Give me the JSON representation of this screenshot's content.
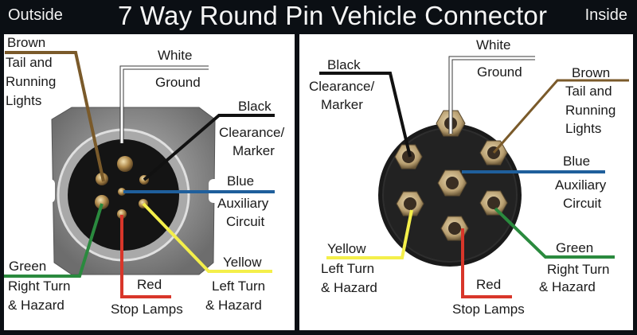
{
  "header": {
    "left_label": "Outside",
    "title": "7 Way Round Pin Vehicle Connector",
    "right_label": "Inside"
  },
  "outside": {
    "brown": {
      "color_name": "Brown",
      "function_line1": "Tail and",
      "function_line2": "Running",
      "function_line3": "Lights",
      "hex": "#7a5a2a"
    },
    "white": {
      "color_name": "White",
      "function_line1": "Ground",
      "hex": "#ffffff"
    },
    "black": {
      "color_name": "Black",
      "function_line1": "Clearance/",
      "function_line2": "Marker",
      "hex": "#111111"
    },
    "blue": {
      "color_name": "Blue",
      "function_line1": "Auxiliary",
      "function_line2": "Circuit",
      "hex": "#1f5f9c"
    },
    "green": {
      "color_name": "Green",
      "function_line1": "Right Turn",
      "function_line2": "& Hazard",
      "hex": "#2a8a3e"
    },
    "red": {
      "color_name": "Red",
      "function_line1": "Stop Lamps",
      "hex": "#d8362a"
    },
    "yellow": {
      "color_name": "Yellow",
      "function_line1": "Left Turn",
      "function_line2": "& Hazard",
      "hex": "#f4ef4a"
    }
  },
  "inside": {
    "black": {
      "color_name": "Black",
      "function_line1": "Clearance/",
      "function_line2": "Marker",
      "hex": "#111111"
    },
    "white": {
      "color_name": "White",
      "function_line1": "Ground",
      "hex": "#ffffff"
    },
    "brown": {
      "color_name": "Brown",
      "function_line1": "Tail and",
      "function_line2": "Running",
      "function_line3": "Lights",
      "hex": "#7a5a2a"
    },
    "blue": {
      "color_name": "Blue",
      "function_line1": "Auxiliary",
      "function_line2": "Circuit",
      "hex": "#1f5f9c"
    },
    "yellow": {
      "color_name": "Yellow",
      "function_line1": "Left Turn",
      "function_line2": "& Hazard",
      "hex": "#f4ef4a"
    },
    "red": {
      "color_name": "Red",
      "function_line1": "Stop Lamps",
      "hex": "#d8362a"
    },
    "green": {
      "color_name": "Green",
      "function_line1": "Right Turn",
      "function_line2": "& Hazard",
      "hex": "#2a8a3e"
    }
  }
}
